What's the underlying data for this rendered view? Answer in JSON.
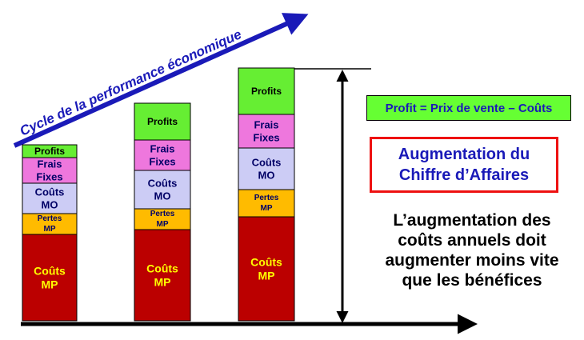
{
  "arrow_title": "Cycle de la performance économique",
  "formula": "Profit = Prix de vente – Coûts",
  "revenue_box": {
    "line1": "Augmentation du",
    "line2": "Chiffre d’Affaires"
  },
  "note": {
    "line1": "L’augmentation des",
    "line2": "coûts annuels doit",
    "line3": "augmenter moins vite",
    "line4": "que les bénéfices"
  },
  "colors": {
    "profits": "#66ee33",
    "frais_fixes": "#ee77dd",
    "couts_mo": "#ccccf5",
    "pertes_mp": "#ffbb00",
    "couts_mp": "#bb0000",
    "title_blue": "#1a1ab8",
    "dark_label": "#000066",
    "mp_label": "#ffff00"
  },
  "chart_data": {
    "type": "bar",
    "stacked": true,
    "categories": [
      "",
      "",
      ""
    ],
    "series": [
      {
        "name": "Coûts MP",
        "values": [
          108,
          114,
          130
        ]
      },
      {
        "name": "Pertes MP",
        "values": [
          26,
          26,
          34
        ]
      },
      {
        "name": "Coûts MO",
        "values": [
          38,
          48,
          52
        ]
      },
      {
        "name": "Frais Fixes",
        "values": [
          32,
          38,
          42
        ]
      },
      {
        "name": "Profits",
        "values": [
          16,
          46,
          58
        ]
      }
    ],
    "segment_labels": {
      "Profits": [
        "Profits"
      ],
      "Frais Fixes": [
        "Frais",
        "Fixes"
      ],
      "Coûts MO": [
        "Coûts",
        "MO"
      ],
      "Pertes MP": [
        "Pertes",
        "MP"
      ],
      "Coûts MP": [
        "Coûts",
        "MP"
      ]
    },
    "grid": false
  }
}
